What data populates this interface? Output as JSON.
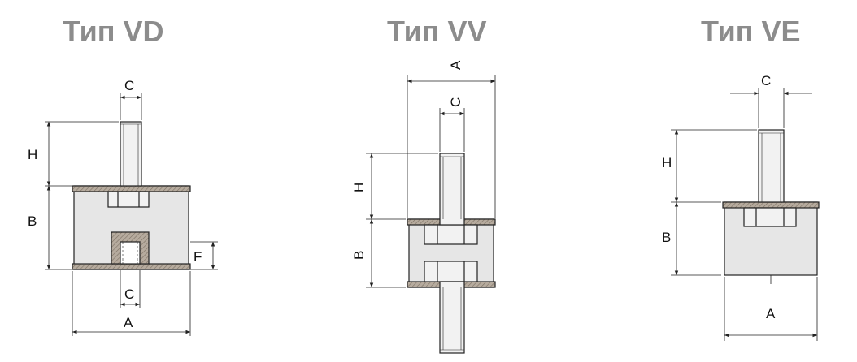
{
  "titles": {
    "vd": "Тип VD",
    "vv": "Тип VV",
    "ve": "Тип VE"
  },
  "labels": {
    "a": "A",
    "b": "B",
    "c": "C",
    "h": "H",
    "f": "F"
  },
  "colors": {
    "title": "#8c8c8c",
    "rubber": "#e6e6e6",
    "plate": "#b0a69a",
    "line": "#222222"
  }
}
